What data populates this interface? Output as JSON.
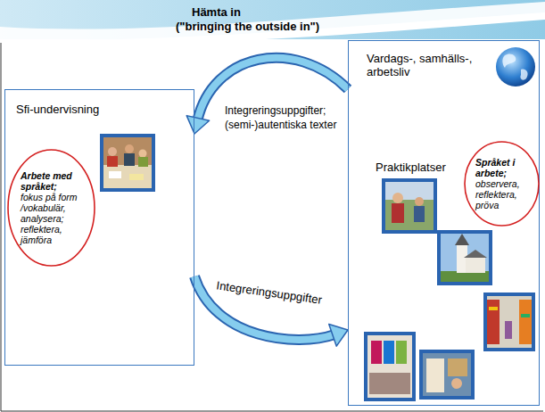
{
  "diagram": {
    "title": "Hämta in",
    "nodes": [
      {
        "text": [
          "Sfi-undervisning"
        ]
      },
      {
        "text": [
          "Arbete med språket;",
          "fokus på form /vokabulär, analysera; reflektera, jämföra"
        ],
        "in": 0
      },
      {
        "text": [
          "Vardags-, samhälls-, arbetsliv",
          "Praktikplatser"
        ]
      },
      {
        "text": [
          "Språket i arbete;",
          "observera, reflektera, pröva"
        ],
        "in": 2
      }
    ],
    "edges": [
      {
        "from": 2,
        "to": 0,
        "label": "Integreringsuppgifter; (semi-)autentiska texter",
        "arrow": "to"
      },
      {
        "from": 0,
        "to": 2,
        "label": "Integreringsuppgifter",
        "arrow": "to"
      }
    ],
    "labels": [
      "(\"bringing the outside in\")"
    ]
  }
}
